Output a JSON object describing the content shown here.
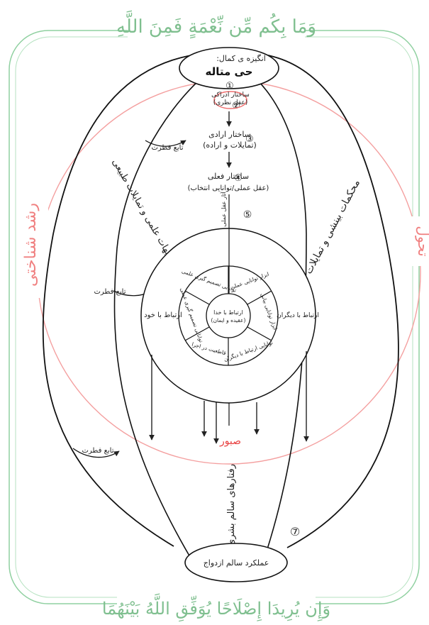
{
  "decor": {
    "top_verse": "وَمَا بِكُم مِّن نِّعْمَةٍ فَمِنَ اللَّهِ",
    "bottom_verse": "وَإِن يُرِيدَا إِصْلَاحًا يُوَفِّقِ اللَّهُ بَيْنَهُمَا",
    "left_side": "رشد شناختی",
    "right_side": "تحول",
    "watermark": "صبور",
    "colors": {
      "frame": "#8fd0a0",
      "circle": "#f4a0a0",
      "watermark": "#e84040"
    }
  },
  "top_node": {
    "line1": "انگیزه ی کمال:",
    "line2": "حی متاله"
  },
  "bottom_node": {
    "label": "عملکرد سالم ازدواج"
  },
  "numbers": [
    "①",
    "②",
    "③",
    "④",
    "⑤",
    "⑥",
    "⑦"
  ],
  "steps": {
    "s1": {
      "line1": "ساختار ادراکی",
      "line2": "(عقل نظری)"
    },
    "s2": {
      "line1": "ساختار ارادی",
      "line2": "(تمایلات و اراده)"
    },
    "s3": {
      "line1": "ساختار فعلی",
      "line2": "(عقل عملی/توانایی انتخاب)"
    },
    "axis_label": "آثار عقل عملی"
  },
  "arcs": {
    "left_title": "متشابهات علمی و تمایلات طبیعی",
    "right_title": "محکمات بینشی و تمایلات فطری",
    "tabe_fetrat": "تابع فطرت"
  },
  "wheel": {
    "left_side": "ارتباط با خود",
    "right_side": "ارتباط با دیگران",
    "center_line1": "ارتباط با خدا",
    "center_line2": "(عقیده و ایمان)",
    "sectors": [
      "ابزار توانایی عملی",
      "توانایی تصمیم گیری علمی",
      "ابزار توانایی بیانی",
      "توانایی تصمیم گیری عملی",
      "توانایی ارتباط با دیگران",
      "قاطعیت در اجرا"
    ]
  },
  "outcome": {
    "label": "رفتارهای سالم بشری"
  }
}
